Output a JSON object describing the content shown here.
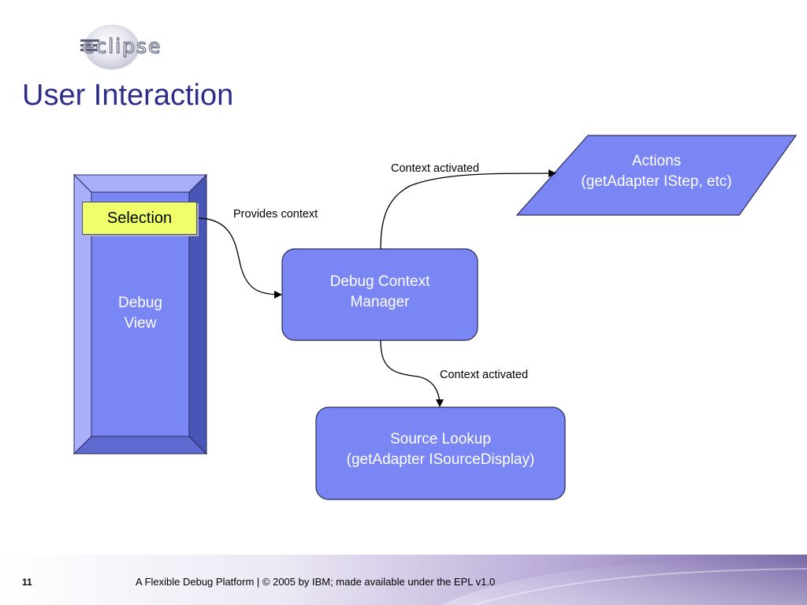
{
  "logo": {
    "text": "eclipse"
  },
  "title": "User Interaction",
  "nodes": {
    "debug_view": {
      "line1": "Debug",
      "line2": "View"
    },
    "selection": {
      "label": "Selection"
    },
    "debug_context_manager": {
      "line1": "Debug Context",
      "line2": "Manager"
    },
    "actions": {
      "line1": "Actions",
      "line2": "(getAdapter IStep, etc)"
    },
    "source_lookup": {
      "line1": "Source Lookup",
      "line2": "(getAdapter ISourceDisplay)"
    }
  },
  "edges": {
    "provides_context": "Provides context",
    "context_activated_actions": "Context activated",
    "context_activated_source": "Context activated"
  },
  "footer": {
    "slide_number": "11",
    "text": "A Flexible Debug Platform  |  © 2005 by IBM; made available under the EPL v1.0"
  },
  "colors": {
    "title": "#2e2e8a",
    "node_fill": "#7b86f5",
    "node_stroke": "#2a2a55",
    "selection_fill": "#eeff6a",
    "footer_band_start": "#ffffff",
    "footer_band_end": "#7a6aa8"
  }
}
